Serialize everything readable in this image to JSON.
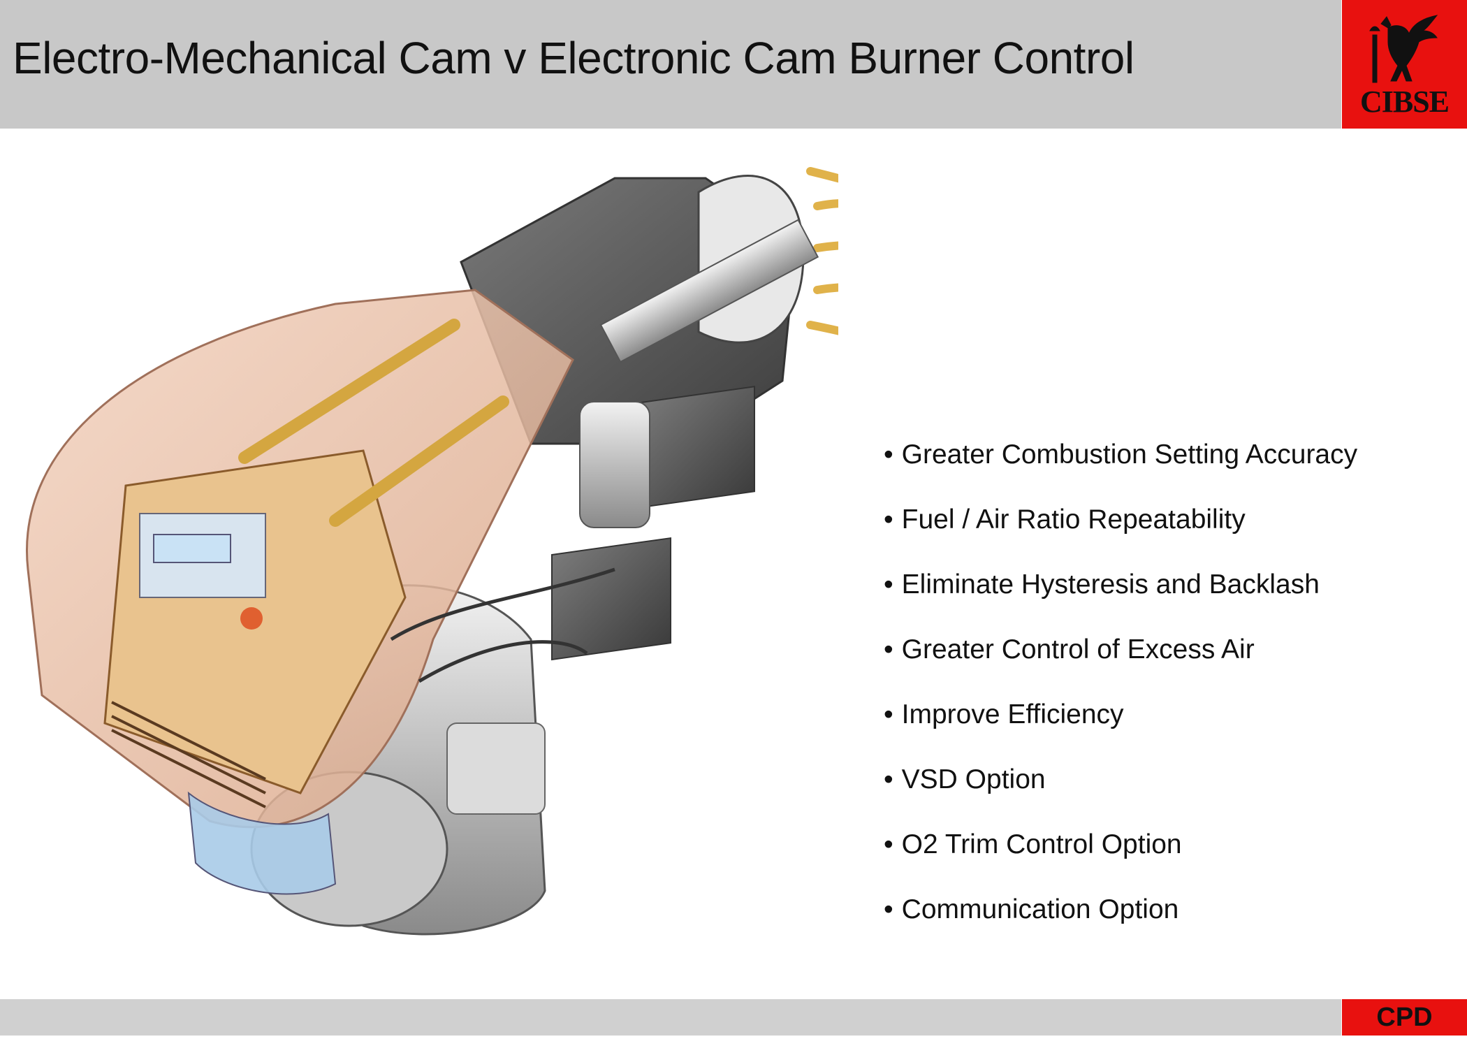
{
  "header": {
    "title": "Electro-Mechanical Cam v Electronic Cam Burner Control"
  },
  "logo": {
    "text": "CIBSE",
    "icon": "griffin-emblem-icon",
    "background": "#e8110f"
  },
  "illustration": {
    "icon": "burner-cutaway-icon"
  },
  "bullets": [
    "Greater Combustion Setting Accuracy",
    "Fuel / Air Ratio Repeatability",
    "Eliminate Hysteresis and Backlash",
    "Greater Control of Excess Air",
    "Improve Efficiency",
    "VSD Option",
    "O2 Trim Control Option",
    "Communication Option"
  ],
  "footer": {
    "badge": "CPD",
    "badge_color": "#e8110f"
  }
}
